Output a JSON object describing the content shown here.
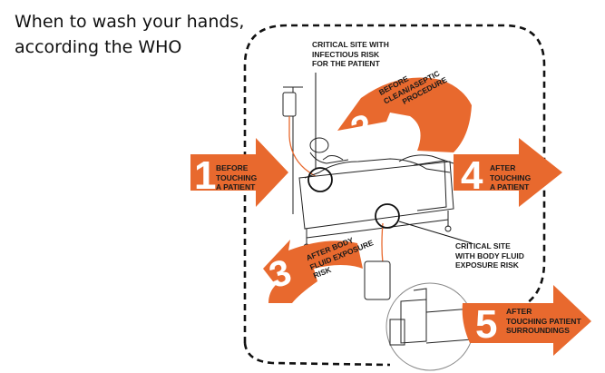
{
  "title": {
    "line1": "When to wash your hands,",
    "line2": "according the WHO"
  },
  "moments": [
    {
      "number": "1",
      "label": [
        "BEFORE",
        "TOUCHING",
        "A PATIENT"
      ]
    },
    {
      "number": "2",
      "label": [
        "BEFORE",
        "CLEAN/ASEPTIC",
        "PROCEDURE"
      ]
    },
    {
      "number": "3",
      "label": [
        "AFTER BODY",
        "FLUID EXPOSURE",
        "RISK"
      ]
    },
    {
      "number": "4",
      "label": [
        "AFTER",
        "TOUCHING",
        "A PATIENT"
      ]
    },
    {
      "number": "5",
      "label": [
        "AFTER",
        "TOUCHING PATIENT",
        "SURROUNDINGS"
      ]
    }
  ],
  "callouts": {
    "critical_site_infectious": [
      "CRITICAL SITE WITH",
      "INFECTIOUS RISK",
      "FOR THE PATIENT"
    ],
    "critical_site_body_fluid": [
      "CRITICAL SITE",
      "WITH BODY FLUID",
      "EXPOSURE RISK"
    ]
  },
  "colors": {
    "arrow": "#E8692E",
    "text": "#1a1a1a",
    "line": "#111111"
  }
}
